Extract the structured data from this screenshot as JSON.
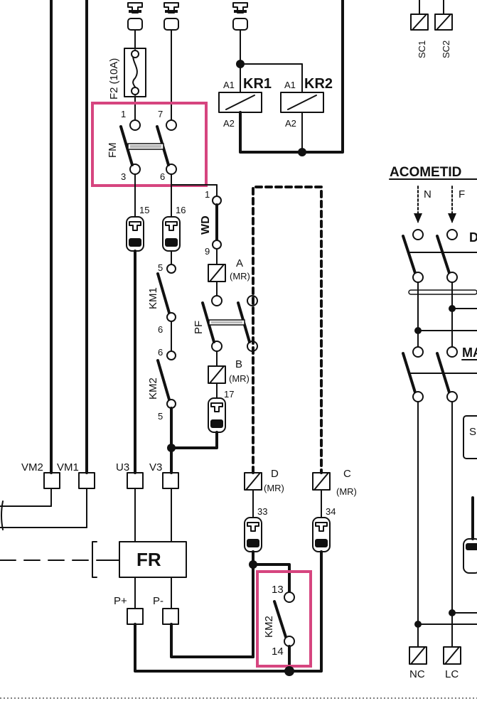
{
  "colors": {
    "wire": "#111111",
    "highlight": "#d6457f",
    "background": "#ffffff"
  },
  "labels": {
    "f2": "F2 (10A)",
    "fm": "FM",
    "fm_1": "1",
    "fm_7": "7",
    "fm_3": "3",
    "fm_6": "6",
    "kr1_a1": "A1",
    "kr1": "KR1",
    "kr1_a2": "A2",
    "kr2_a1": "A1",
    "kr2": "KR2",
    "kr2_a2": "A2",
    "sc1": "SC1",
    "sc2": "SC2",
    "acometida": "ACOMETID",
    "n": "N",
    "f": "F",
    "d_cut": "D",
    "ma_cut": "MA",
    "s_cut": "S",
    "n15": "15",
    "n16": "16",
    "wd": "WD",
    "wd_1": "1",
    "wd_9": "9",
    "a": "A",
    "a_mr": "(MR)",
    "km1": "KM1",
    "km1_5": "5",
    "km1_6": "6",
    "pf": "PF",
    "km2a": "KM2",
    "km2a_6": "6",
    "km2a_5": "5",
    "b": "B",
    "b_mr": "(MR)",
    "n17": "17",
    "vm2": "VM2",
    "vm1": "VM1",
    "u3": "U3",
    "v3": "V3",
    "d": "D",
    "d_mr": "(MR)",
    "c": "C",
    "c_mr": "(MR)",
    "n33": "33",
    "n34": "34",
    "fr": "FR",
    "pplus": "P+",
    "pminus": "P-",
    "km2b": "KM2",
    "km2b_13": "13",
    "km2b_14": "14",
    "nc": "NC",
    "lc": "LC"
  }
}
